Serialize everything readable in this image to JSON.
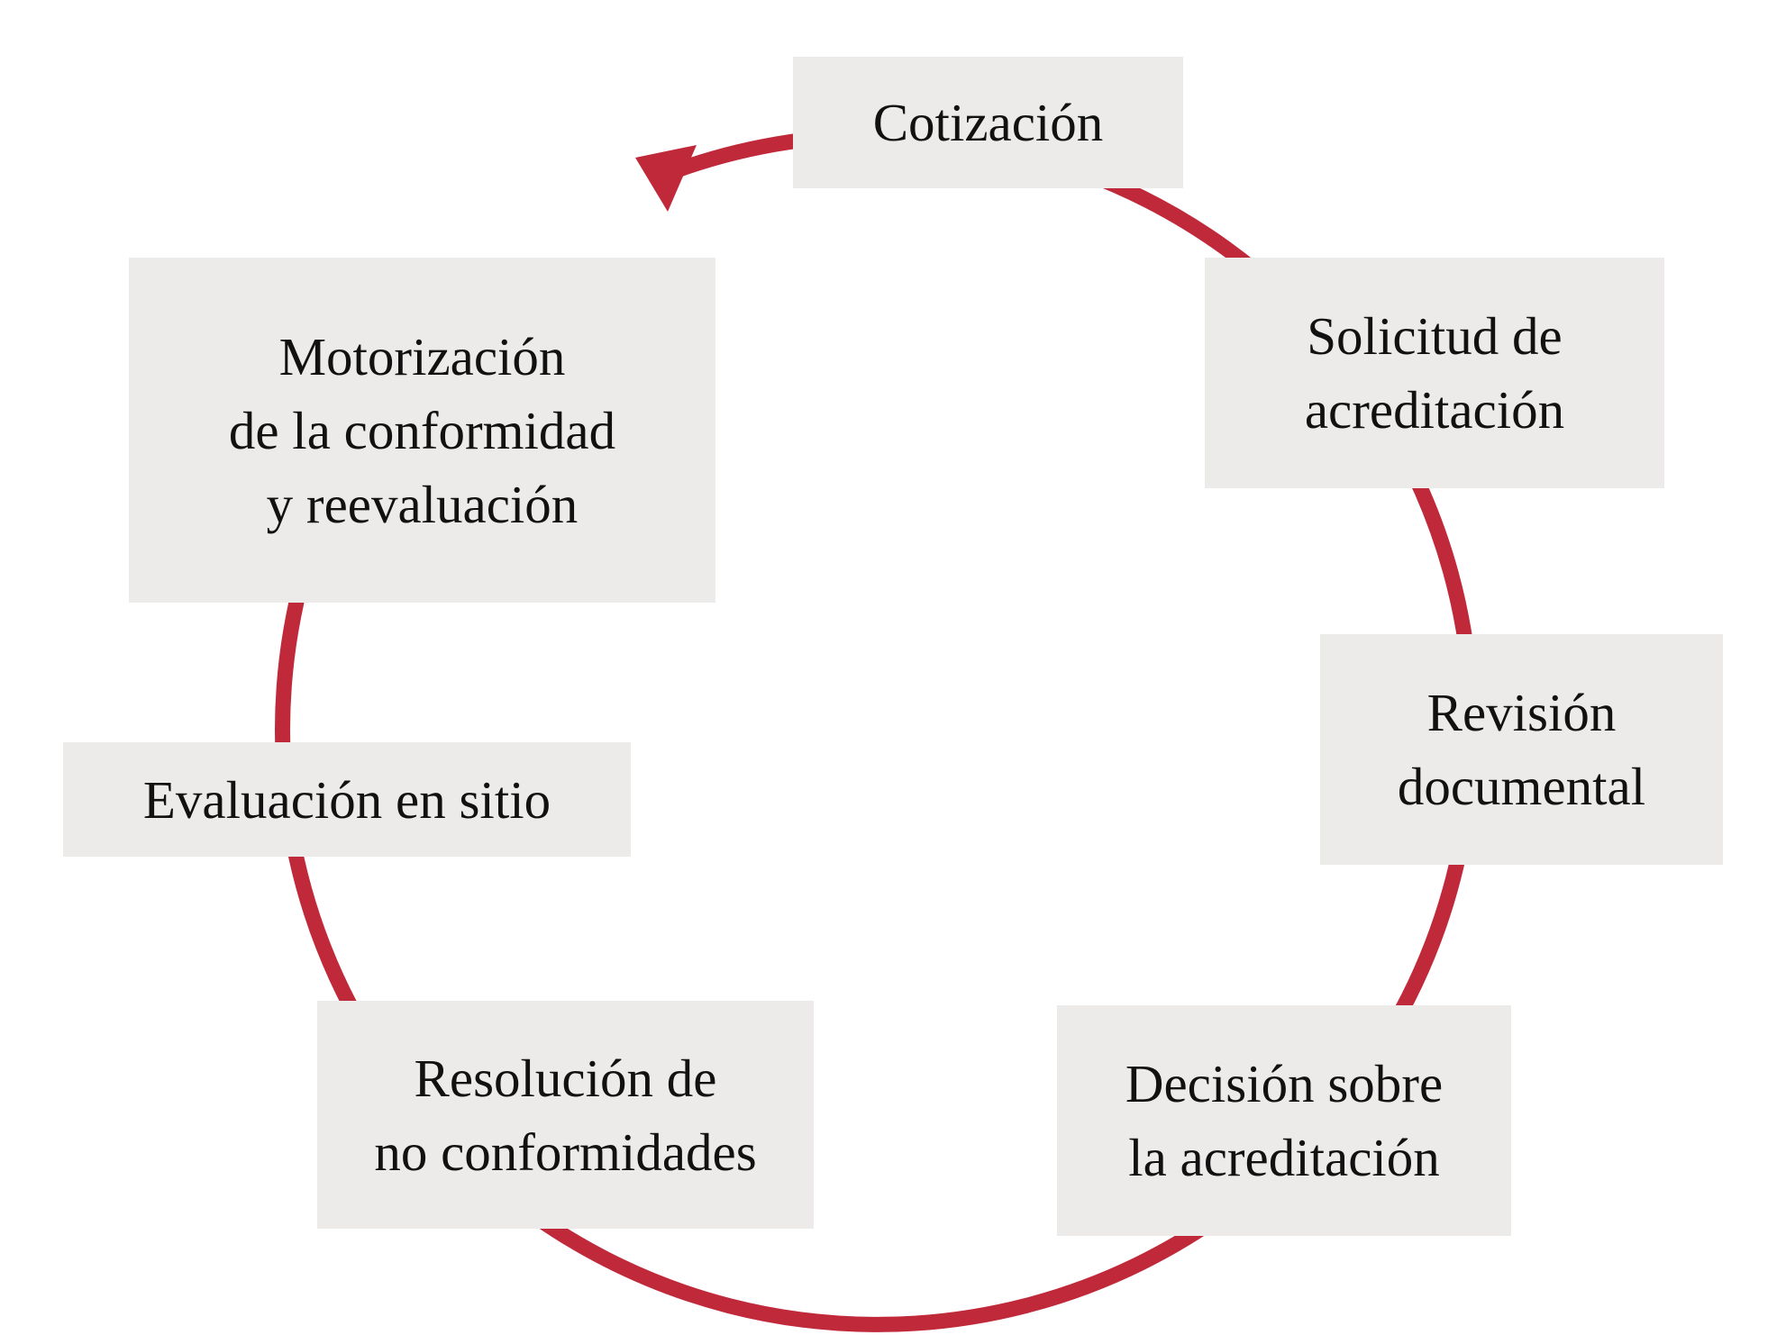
{
  "diagram": {
    "steps": [
      {
        "label": "Cotización"
      },
      {
        "label": "Solicitud de\nacreditación"
      },
      {
        "label": "Revisión\ndocumental"
      },
      {
        "label": "Decisión sobre\nla acreditación"
      },
      {
        "label": "Resolución de\nno conformidades"
      },
      {
        "label": "Evaluación en sitio"
      },
      {
        "label": "Motorización\nde la conformidad\ny reevaluación"
      }
    ],
    "colors": {
      "cycle_arrow": "#c0293a",
      "box_fill": "#ecebe9",
      "text": "#111111",
      "background": "#ffffff"
    }
  }
}
